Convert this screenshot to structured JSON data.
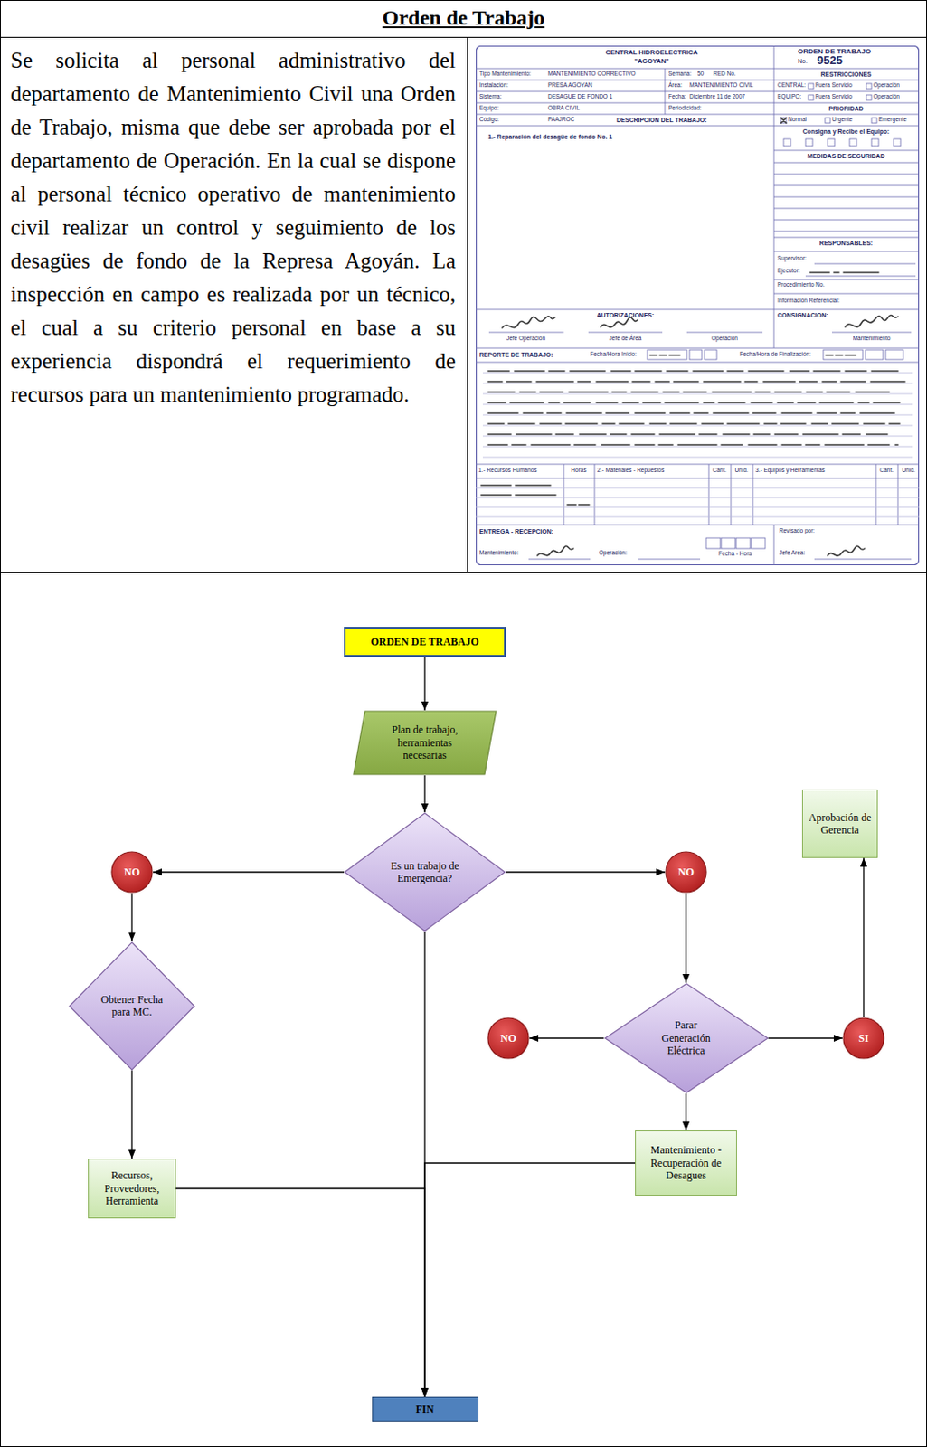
{
  "diagram": {
    "title": "Orden de Trabajo",
    "nodes": [
      {
        "text": [
          "ORDEN DE TRABAJO"
        ]
      },
      {
        "text": [
          "Plan de trabajo, herramientas necesarias"
        ]
      },
      {
        "text": [
          "Es un trabajo de Emergencia?"
        ]
      },
      {
        "text": [
          "NO"
        ]
      },
      {
        "text": [
          "NO"
        ]
      },
      {
        "text": [
          "Aprobación de Gerencia"
        ]
      },
      {
        "text": [
          "Obtener Fecha para MC."
        ]
      },
      {
        "text": [
          "NO"
        ]
      },
      {
        "text": [
          "Parar Generación Eléctrica"
        ]
      },
      {
        "text": [
          "SI"
        ]
      },
      {
        "text": [
          "Mantenimiento - Recuperación de Desagues"
        ]
      },
      {
        "text": [
          "Recursos, Proveedores, Herramienta"
        ]
      },
      {
        "text": [
          "FIN"
        ]
      }
    ],
    "edges": [
      {
        "from": 0,
        "to": 1,
        "arrow": "to"
      },
      {
        "from": 1,
        "to": 2,
        "arrow": "to"
      },
      {
        "from": 2,
        "to": 3,
        "arrow": "to"
      },
      {
        "from": 2,
        "to": 4,
        "arrow": "to"
      },
      {
        "from": 3,
        "to": 6,
        "arrow": "to"
      },
      {
        "from": 6,
        "to": 11,
        "arrow": "to"
      },
      {
        "from": 4,
        "to": 8,
        "arrow": "to"
      },
      {
        "from": 8,
        "to": 7,
        "arrow": "to"
      },
      {
        "from": 8,
        "to": 9,
        "arrow": "to"
      },
      {
        "from": 9,
        "to": 5,
        "arrow": "to"
      },
      {
        "from": 8,
        "to": 10,
        "arrow": "to"
      },
      {
        "from": 11,
        "to": 12,
        "arrow": "to"
      },
      {
        "from": 10,
        "to": 12,
        "arrow": "to"
      },
      {
        "from": 2,
        "to": 12,
        "arrow": "to"
      }
    ],
    "labels": [
      "Se solicita al personal administrativo del departamento de Mantenimiento Civil una Orden de Trabajo, misma que debe ser aprobada por el departamento de Operación. En la cual se dispone al personal técnico operativo de mantenimiento civil realizar un control y seguimiento de los desagües de fondo de la Represa Agoyán. La inspección en campo es realizada por un técnico, el cual a su criterio personal en base a su experiencia dispondrá el requerimiento de recursos para un mantenimiento programado.",
      "CENTRAL HIDROELECTRICA",
      "\"AGOYAN\"",
      "ORDEN DE TRABAJO",
      "No.",
      "9525",
      "Tipo Mantenimiento:",
      "MANTENIMIENTO CORRECTIVO",
      "Semana:",
      "50",
      "RED No.",
      "RESTRICCIONES",
      "Instalación:",
      "PRESA AGOYAN",
      "Área:",
      "MANTENIMIENTO CIVIL",
      "CENTRAL:",
      "Fuera Servicio",
      "Operación",
      "Sistema:",
      "DESAGUE DE FONDO 1",
      "Fecha:",
      "Diciembre 11 de 2007",
      "EQUIPO:",
      "Fuera Servicio",
      "Operación",
      "Equipo:",
      "OBRA CIVIL",
      "Periodicidad:",
      "PRIORIDAD",
      "Código:",
      "PAAJROC",
      "DESCRIPCION DEL TRABAJO:",
      "Normal",
      "Urgente",
      "Emergente",
      "1.- Reparación del desagüe de fondo No. 1",
      "Consigna y Recibe el Equipo:",
      "MEDIDAS DE SEGURIDAD",
      "RESPONSABLES:",
      "Supervisor:",
      "Ejecutor:",
      "Procedimiento No.",
      "Información Referencial:",
      "AUTORIZACIONES:",
      "Jefe Operación",
      "Jefe de Área",
      "Operación",
      "CONSIGNACION:",
      "Mantenimiento",
      "REPORTE DE TRABAJO:",
      "Fecha/Hora Inicio:",
      "Fecha/Hora de Finalización:",
      "1.- Recursos Humanos",
      "Horas",
      "2.- Materiales - Repuestos",
      "Cant.",
      "Unid.",
      "3.- Equipos y Herramientas",
      "Cant.",
      "Unid.",
      "ENTREGA - RECEPCION:",
      "Mantenimiento:",
      "Operación:",
      "Fecha - Hora",
      "Revisado por:",
      "Jefe Area:"
    ]
  }
}
